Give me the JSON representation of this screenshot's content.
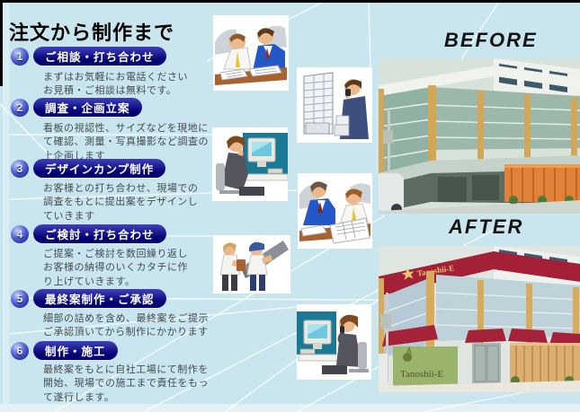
{
  "page": {
    "title": "注文から制作まで"
  },
  "steps": [
    {
      "number": "1",
      "label": "ご相談・打ち合わせ",
      "description": "まずはお気軽にお電話ください\nお見積・ご相談は無料です。"
    },
    {
      "number": "2",
      "label": "調査・企画立案",
      "description": "看板の視認性、サイズなどを現地に\nて確認、測量・写真撮影など調査の\n上企画します"
    },
    {
      "number": "3",
      "label": "デザインカンプ制作",
      "description": "お客様との打ち合わせ、現場での\n調査をもとに提出案をデザインし\nていきます"
    },
    {
      "number": "4",
      "label": "ご検討・打ち合わせ",
      "description": "ご提案・ご検討を数回繰り返し\nお客様の納得のいくカタチに作\nり上げていきます。"
    },
    {
      "number": "5",
      "label": "最終案制作・ご承認",
      "description": "細部の詰めを含め、最終案をご提示\nご承認頂いてから制作にかかります"
    },
    {
      "number": "6",
      "label": "制作・施工",
      "description": "最終案をもとに自社工場にて制作を\n開始、現場での施工まで責任をもっ\nて遂行します。"
    }
  ],
  "comparison": {
    "before_label": "BEFORE",
    "after_label": "AFTER",
    "after_sign_text": "Tanoshii-E"
  },
  "illustrations": [
    {
      "name": "consultation-illustration"
    },
    {
      "name": "site-survey-illustration"
    },
    {
      "name": "design-comp-illustration"
    },
    {
      "name": "review-meeting-illustration"
    },
    {
      "name": "sign-carry-illustration"
    },
    {
      "name": "phone-confirm-illustration"
    }
  ],
  "colors": {
    "background": "#c9e6ef",
    "step_pill_blue": "#000070",
    "badge_blue": "#10107e",
    "after_band_red": "#a32036",
    "after_sign_green": "#9ab46b",
    "before_fence_orange": "#e1813a"
  }
}
